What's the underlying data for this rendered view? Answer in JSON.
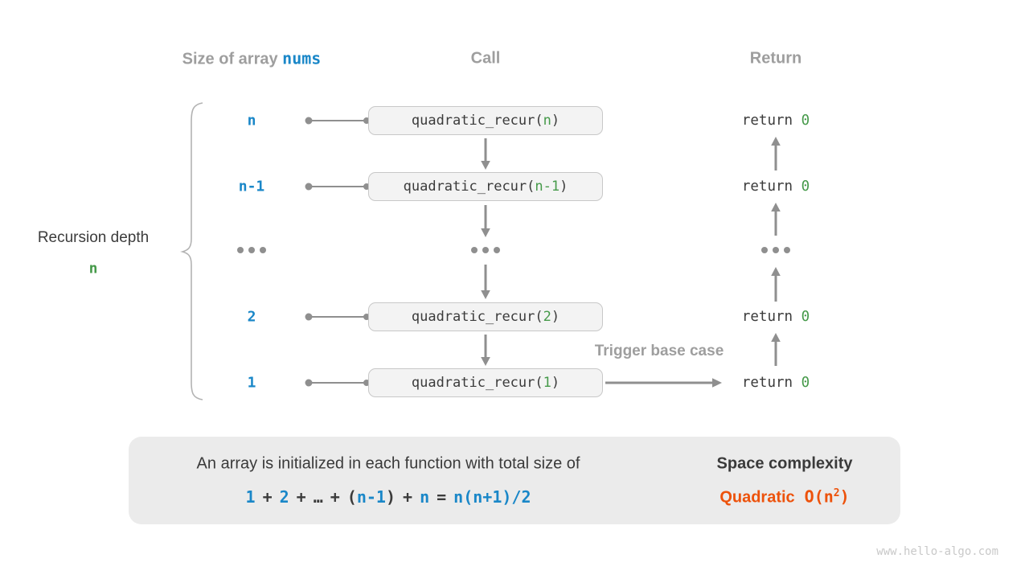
{
  "colors": {
    "blue": "#1a87c8",
    "green": "#469a4a",
    "orange": "#ed520b",
    "header_gray": "#9e9e9e",
    "arrow_gray": "#8f8f8f",
    "box_fill": "#f3f3f3",
    "panel_fill": "#ebebeb"
  },
  "headers": {
    "size_prefix": "Size of array ",
    "size_code": "nums",
    "call": "Call",
    "return": "Return"
  },
  "left_annotation": {
    "label": "Recursion depth",
    "value": "n"
  },
  "rows": [
    {
      "size": "n",
      "call_prefix": "quadratic_recur(",
      "call_arg": "n",
      "call_suffix": ")",
      "ret_prefix": "return ",
      "ret_value": "0"
    },
    {
      "size": "n-1",
      "call_prefix": "quadratic_recur(",
      "call_arg": "n-1",
      "call_suffix": ")",
      "ret_prefix": "return ",
      "ret_value": "0"
    },
    {
      "ellipsis": "..."
    },
    {
      "size": "2",
      "call_prefix": "quadratic_recur(",
      "call_arg": "2",
      "call_suffix": ")",
      "ret_prefix": "return ",
      "ret_value": "0"
    },
    {
      "size": "1",
      "call_prefix": "quadratic_recur(",
      "call_arg": "1",
      "call_suffix": ")",
      "ret_prefix": "return ",
      "ret_value": "0"
    }
  ],
  "trigger_label": "Trigger base case",
  "summary": {
    "line1": "An array is initialized in each function with total size of",
    "formula": [
      {
        "t": "1"
      },
      {
        "t": "+"
      },
      {
        "t": "2"
      },
      {
        "t": "+"
      },
      {
        "t": "…"
      },
      {
        "t": "+"
      },
      {
        "t": "("
      },
      {
        "t": "n-1"
      },
      {
        "t": ")"
      },
      {
        "t": "+"
      },
      {
        "t": "n"
      },
      {
        "t": "="
      },
      {
        "t": "n(n+1)/2"
      }
    ],
    "space_title": "Space complexity",
    "space_word": "Quadratic",
    "space_code_open": "O(n",
    "space_code_sup": "2",
    "space_code_close": ")"
  },
  "watermark": "www.hello-algo.com"
}
